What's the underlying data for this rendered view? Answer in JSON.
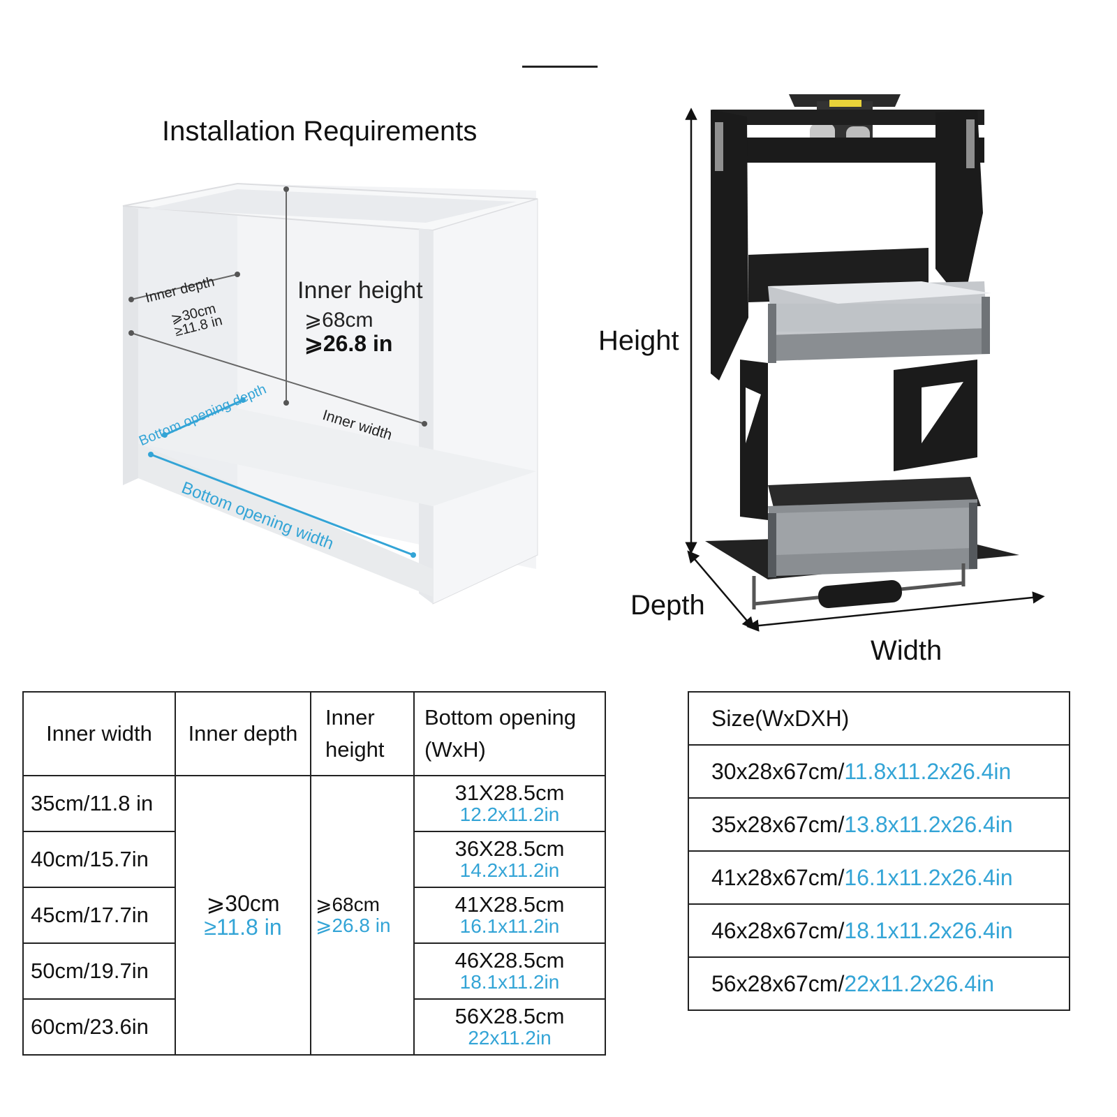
{
  "title": "Installation Requirements",
  "cabinet_labels": {
    "inner_depth": "Inner depth",
    "inner_depth_cm": "⩾30cm",
    "inner_depth_in": "≥11.8 in",
    "inner_height": "Inner height",
    "inner_height_cm": "⩾68cm",
    "inner_height_in": "⩾26.8 in",
    "inner_width": "Inner width",
    "bottom_opening_depth": "Bottom opening depth",
    "bottom_opening_width": "Bottom opening width"
  },
  "product_dims": {
    "height": "Height",
    "depth": "Depth",
    "width": "Width"
  },
  "colors": {
    "accent_blue": "#33a4d6",
    "rack_black": "#1b1b1b",
    "basket_grey": "#8a8e92"
  },
  "requirements_table": {
    "headers": {
      "inner_width": "Inner width",
      "inner_depth": "Inner depth",
      "inner_height_1": "Inner",
      "inner_height_2": "height",
      "bottom_opening_1": "Bottom opening",
      "bottom_opening_2": "(WxH)"
    },
    "inner_depth_cm": "⩾30cm",
    "inner_depth_in": "≥11.8 in",
    "inner_height_cm": "⩾68cm",
    "inner_height_in": "⩾26.8 in",
    "rows": [
      {
        "width": "35cm/11.8 in",
        "opening_cm": "31X28.5cm",
        "opening_in": "12.2x11.2in"
      },
      {
        "width": "40cm/15.7in",
        "opening_cm": "36X28.5cm",
        "opening_in": "14.2x11.2in"
      },
      {
        "width": "45cm/17.7in",
        "opening_cm": "41X28.5cm",
        "opening_in": "16.1x11.2in"
      },
      {
        "width": "50cm/19.7in",
        "opening_cm": "46X28.5cm",
        "opening_in": "18.1x11.2in"
      },
      {
        "width": "60cm/23.6in",
        "opening_cm": "56X28.5cm",
        "opening_in": "22x11.2in"
      }
    ]
  },
  "size_table": {
    "header": "Size(WxDXH)",
    "rows": [
      {
        "cm": "30x28x67cm/",
        "in": "11.8x11.2x26.4in"
      },
      {
        "cm": "35x28x67cm/",
        "in": "13.8x11.2x26.4in"
      },
      {
        "cm": "41x28x67cm/",
        "in": "16.1x11.2x26.4in"
      },
      {
        "cm": "46x28x67cm/",
        "in": "18.1x11.2x26.4in"
      },
      {
        "cm": "56x28x67cm/",
        "in": "22x11.2x26.4in"
      }
    ]
  }
}
